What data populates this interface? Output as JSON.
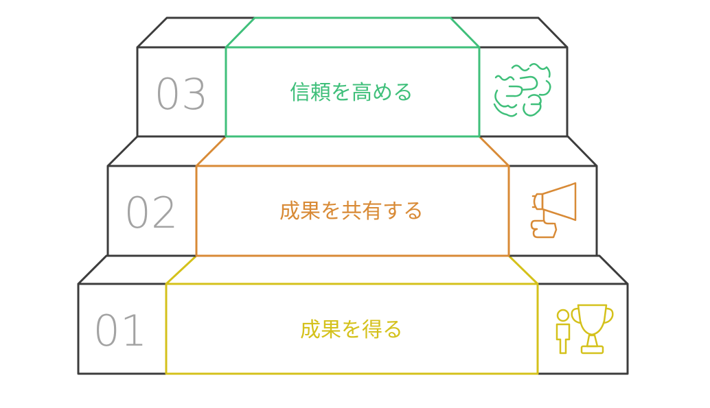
{
  "steps": [
    {
      "number": "01",
      "label": "成果を得る",
      "color": "#d4c11b",
      "icon": "person-trophy-icon"
    },
    {
      "number": "02",
      "label": "成果を共有する",
      "color": "#d88a36",
      "icon": "megaphone-icon"
    },
    {
      "number": "03",
      "label": "信頼を高める",
      "color": "#3fbf7a",
      "icon": "handshake-icon"
    }
  ],
  "colors": {
    "outline": "#3c3c3c",
    "number": "#a3a3a3"
  }
}
